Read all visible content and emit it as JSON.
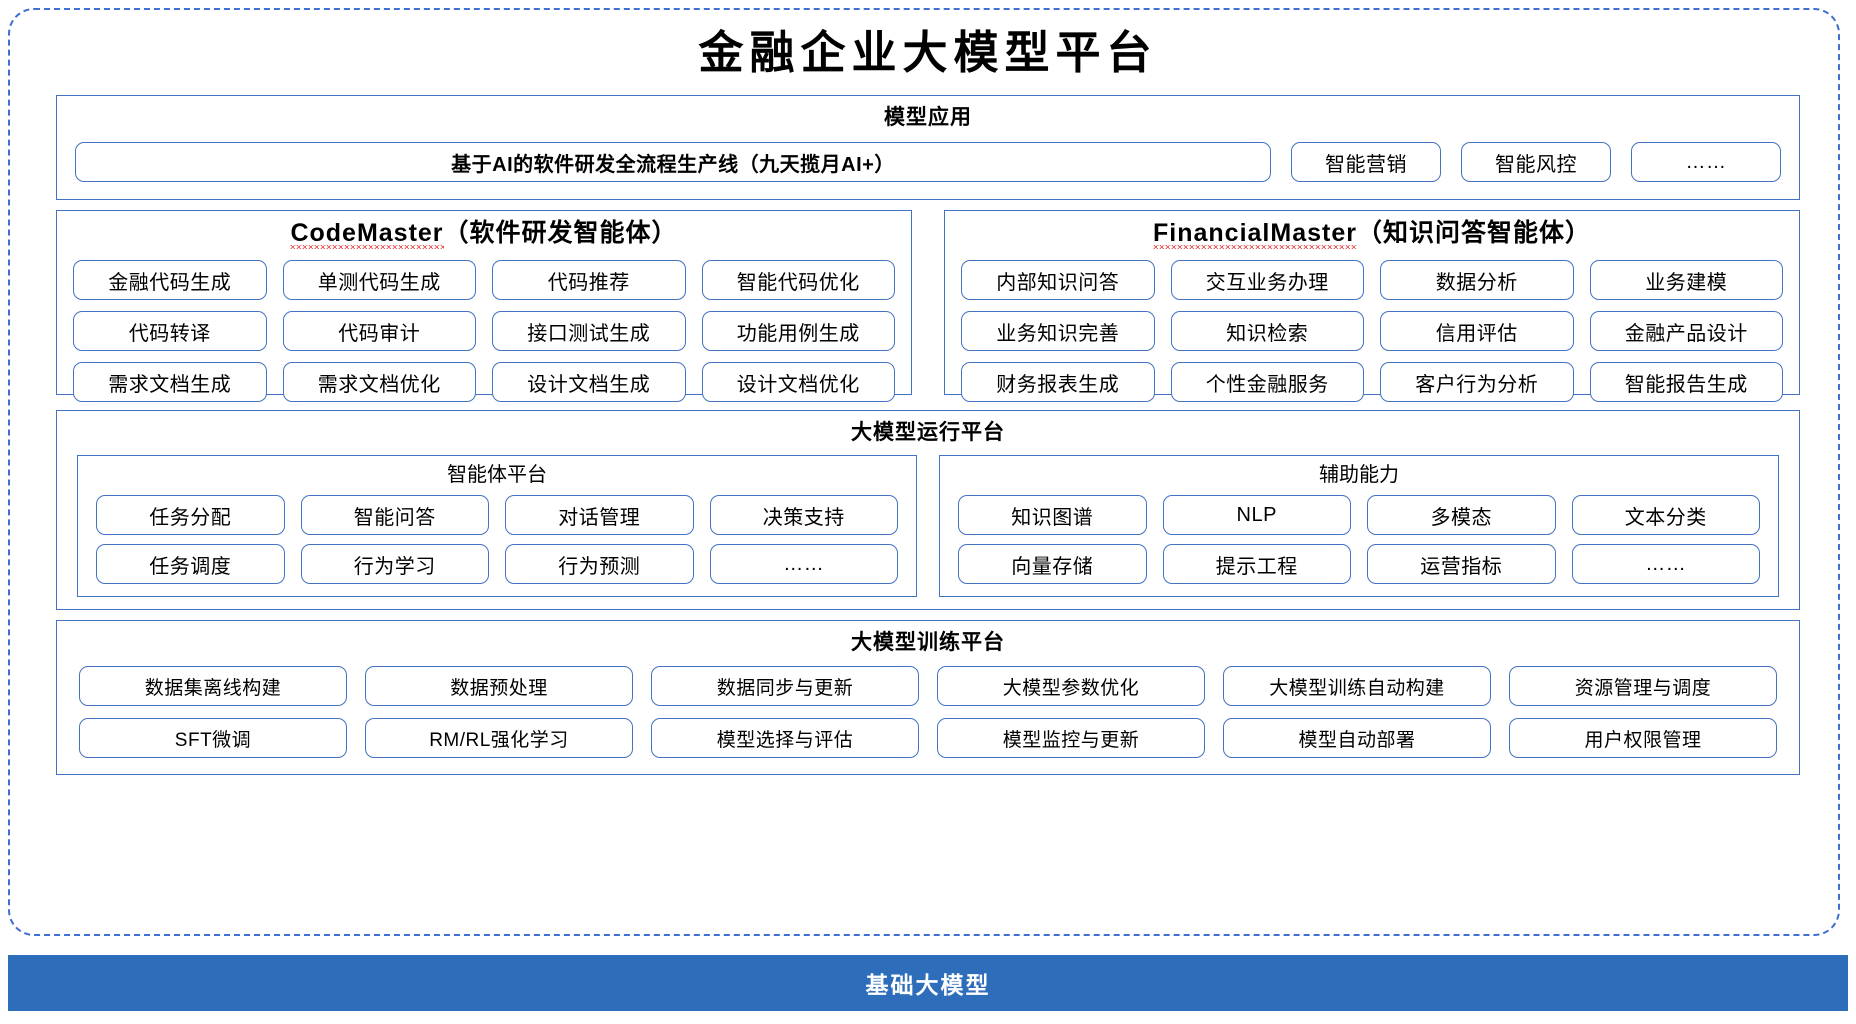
{
  "page": {
    "title": "金融企业大模型平台",
    "accent_color": "#4472c4",
    "base_bar_color": "#2e6db9",
    "frame_color": "#3f6fd0"
  },
  "model_application": {
    "title": "模型应用",
    "primary_item": "基于AI的软件研发全流程生产线（九天揽月AI+）",
    "items": [
      "智能营销",
      "智能风控",
      "……"
    ]
  },
  "code_master": {
    "title_en": "CodeMaster",
    "title_cn": "（软件研发智能体）",
    "items": [
      "金融代码生成",
      "单测代码生成",
      "代码推荐",
      "智能代码优化",
      "代码转译",
      "代码审计",
      "接口测试生成",
      "功能用例生成",
      "需求文档生成",
      "需求文档优化",
      "设计文档生成",
      "设计文档优化"
    ]
  },
  "financial_master": {
    "title_en": "FinancialMaster",
    "title_cn": "（知识问答智能体）",
    "items": [
      "内部知识问答",
      "交互业务办理",
      "数据分析",
      "业务建模",
      "业务知识完善",
      "知识检索",
      "信用评估",
      "金融产品设计",
      "财务报表生成",
      "个性金融服务",
      "客户行为分析",
      "智能报告生成"
    ]
  },
  "run_platform": {
    "title": "大模型运行平台",
    "agent_platform": {
      "title": "智能体平台",
      "items": [
        "任务分配",
        "智能问答",
        "对话管理",
        "决策支持",
        "任务调度",
        "行为学习",
        "行为预测",
        "……"
      ]
    },
    "auxiliary": {
      "title": "辅助能力",
      "items": [
        "知识图谱",
        "NLP",
        "多模态",
        "文本分类",
        "向量存储",
        "提示工程",
        "运营指标",
        "……"
      ]
    }
  },
  "train_platform": {
    "title": "大模型训练平台",
    "items": [
      "数据集离线构建",
      "数据预处理",
      "数据同步与更新",
      "大模型参数优化",
      "大模型训练自动构建",
      "资源管理与调度",
      "SFT微调",
      "RM/RL强化学习",
      "模型选择与评估",
      "模型监控与更新",
      "模型自动部署",
      "用户权限管理"
    ]
  },
  "base": {
    "label": "基础大模型"
  }
}
